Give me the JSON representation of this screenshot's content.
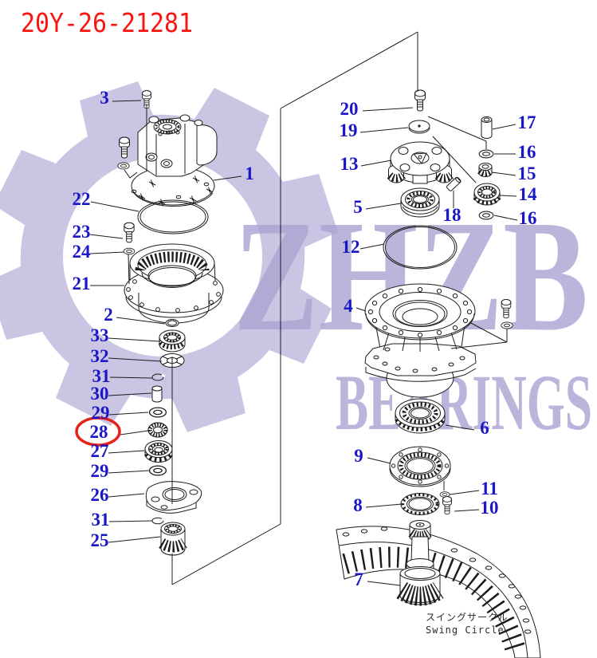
{
  "title": {
    "text": "20Y-26-21281"
  },
  "watermark": {
    "line1": "ZHZB",
    "line2": "BEARINGS"
  },
  "caption": {
    "jp": "スイングサークル",
    "en": "Swing Circle"
  },
  "highlighted_callout": "28",
  "colors": {
    "title": "#f81510",
    "callout_label": "#1a17c8",
    "highlight_ring": "#e3231a",
    "watermark_text": "#aba3d2",
    "watermark_gear": "#c9c5e2",
    "line_art": "#1c1c1c",
    "background": "#ffffff"
  },
  "callouts": [
    {
      "label": "3"
    },
    {
      "label": "1"
    },
    {
      "label": "22"
    },
    {
      "label": "23"
    },
    {
      "label": "24"
    },
    {
      "label": "21"
    },
    {
      "label": "2"
    },
    {
      "label": "33"
    },
    {
      "label": "32"
    },
    {
      "label": "31"
    },
    {
      "label": "30"
    },
    {
      "label": "29"
    },
    {
      "label": "28"
    },
    {
      "label": "27"
    },
    {
      "label": "29"
    },
    {
      "label": "26"
    },
    {
      "label": "31"
    },
    {
      "label": "25"
    },
    {
      "label": "20"
    },
    {
      "label": "19"
    },
    {
      "label": "13"
    },
    {
      "label": "17"
    },
    {
      "label": "16"
    },
    {
      "label": "15"
    },
    {
      "label": "14"
    },
    {
      "label": "5"
    },
    {
      "label": "18"
    },
    {
      "label": "16"
    },
    {
      "label": "12"
    },
    {
      "label": "4"
    },
    {
      "label": "6"
    },
    {
      "label": "9"
    },
    {
      "label": "11"
    },
    {
      "label": "8"
    },
    {
      "label": "10"
    },
    {
      "label": "7"
    }
  ]
}
